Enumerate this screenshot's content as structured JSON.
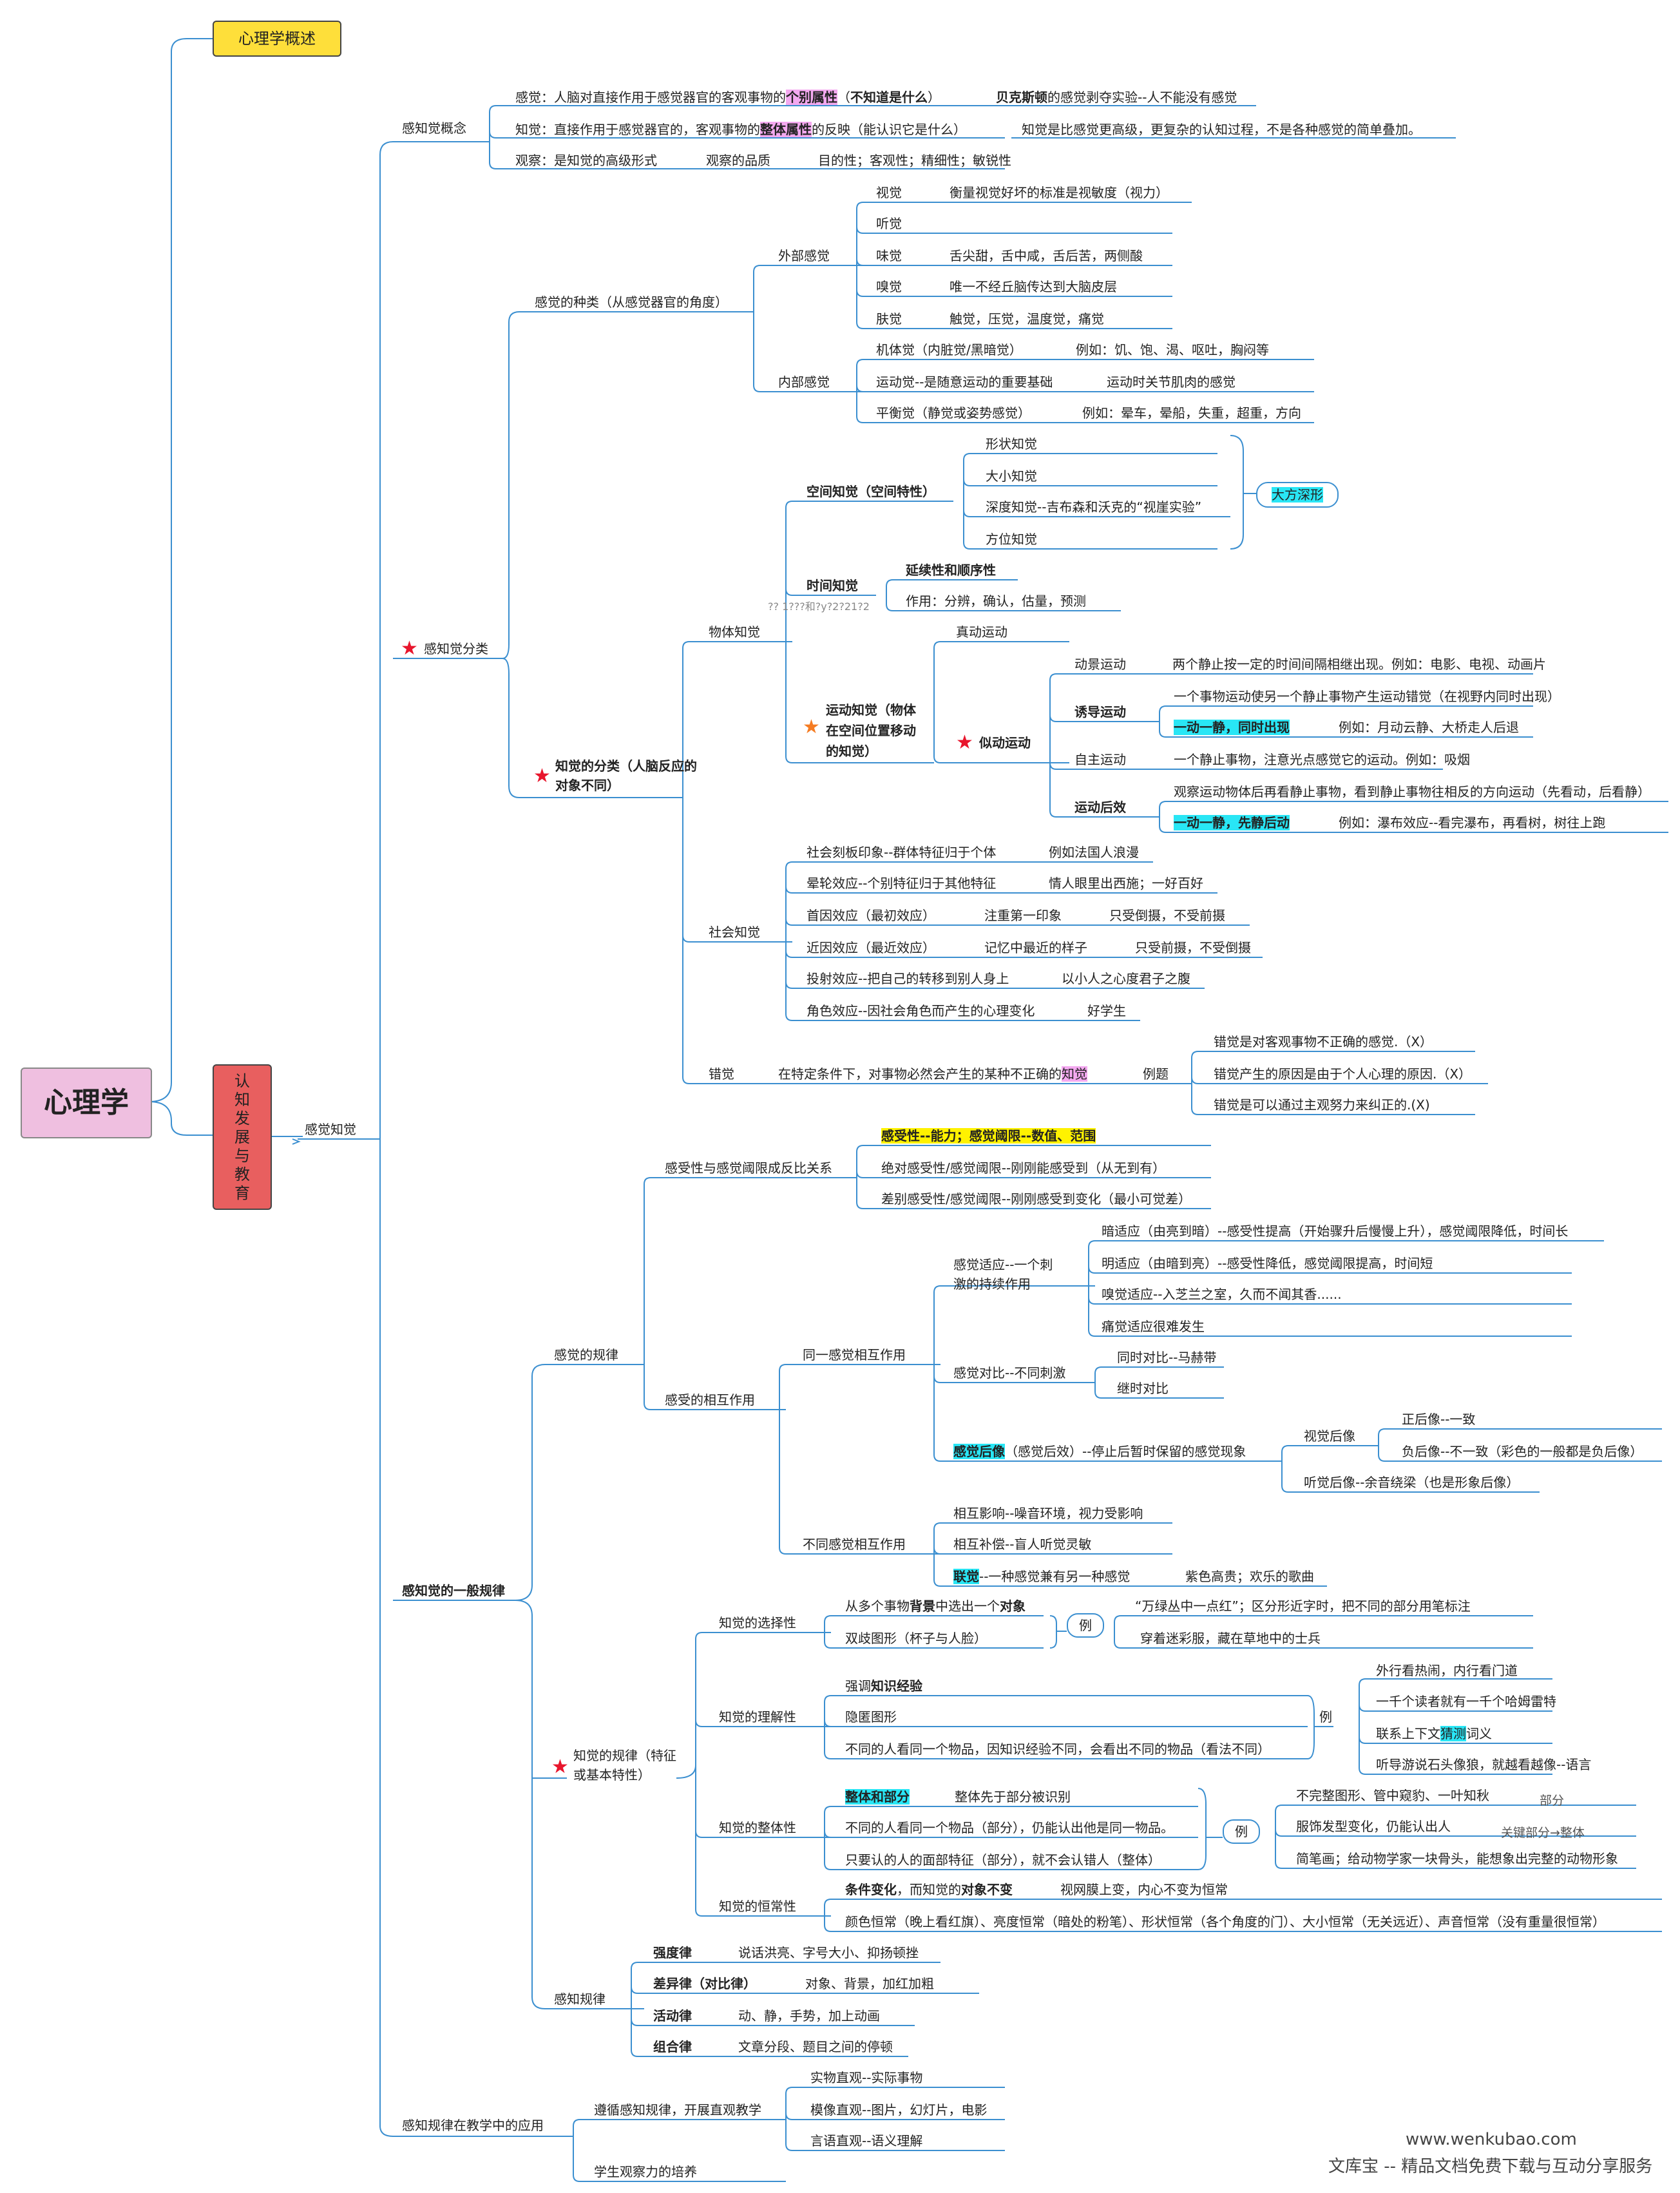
{
  "root": "心理学",
  "n1": {
    "gaishu": "心理学概述",
    "renzhi": "认知发展与教育",
    "ganzhijue": "感觉知觉"
  },
  "gnk": {
    "title": "感知觉概念",
    "ganjue": [
      "感觉：人脑对直接作用于感觉器官的客观事物的",
      "个别属性",
      "（",
      "不知道是什么",
      "）",
      "贝克斯顿",
      "的感觉剥夺实验--人不能没有感觉"
    ],
    "zhijue": [
      "知觉：直接作用于感觉器官的，客观事物的",
      "整体属性",
      "的反映（能认识它是什么）",
      "知觉是比感觉更高级，更复杂的认知过程，不是各种感觉的简单叠加。"
    ],
    "guancha": [
      "观察：是知觉的高级形式",
      "观察的品质",
      "目的性；客观性；精细性；敏锐性"
    ]
  },
  "fenlei": {
    "title": "感知觉分类",
    "ganjue_zl": "感觉的种类（从感觉器官的角度）",
    "waibu": "外部感觉",
    "shijue": "视觉",
    "shijue_d": "衡量视觉好坏的标准是视敏度（视力）",
    "tingjue": "听觉",
    "weijue": "味觉",
    "weijue_d": "舌尖甜，舌中咸，舌后苦，两侧酸",
    "xiujue": "嗅觉",
    "xiujue_d": "唯一不经丘脑传达到大脑皮层",
    "fujue": "肤觉",
    "fujue_d": "触觉，压觉，温度觉，痛觉",
    "neibu": "内部感觉",
    "jiti": "机体觉（内脏觉/黑暗觉）",
    "jiti_d": "例如：饥、饱、渴、呕吐，胸闷等",
    "yundong": "运动觉--是随意运动的重要基础",
    "yundong_d": "运动时关节肌肉的感觉",
    "pingheng": "平衡觉（静觉或姿势感觉）",
    "pingheng_d": "例如：晕车，晕船，失重，超重，方向",
    "zhijue_fl": "知觉的分类（人脑反应的对象不同）",
    "wuti": "物体知觉",
    "kongjian": "空间知觉（空间特性）",
    "xingzhuang": "形状知觉",
    "daxiao": "大小知觉",
    "shendu": "深度知觉--吉布森和沃克的“视崖实验”",
    "fangwei": "方位知觉",
    "dafang": "大方深形",
    "shijian": "时间知觉",
    "yanxu": "延续性和顺序性",
    "zuoyong": "作用：分辨，确认，估量，预测",
    "yundong_zj": "运动知觉（物体在空间位置移动的知觉）",
    "zhenshi": "真动运动",
    "sidong": "似动运动",
    "dongjing": "动景运动",
    "dongjing_d": "两个静止按一定的时间间隔相继出现。例如：电影、电视、动画片",
    "youdao": "诱导运动",
    "youdao_d1": "一个事物运动使另一个静止事物产生运动错觉（在视野内同时出现）",
    "youdao_d2": "一动一静，同时出现",
    "youdao_d3": "例如：月动云静、大桥走人后退",
    "zizhu": "自主运动",
    "zizhu_d": "一个静止事物，注意光点感觉它的运动。例如：吸烟",
    "houxiao": "运动后效",
    "houxiao_d1": "观察运动物体后再看静止事物，看到静止事物往相反的方向运动（先看动，后看静）",
    "houxiao_d2": "一动一静，先静后动",
    "houxiao_d3": "例如：瀑布效应--看完瀑布，再看树，树往上跑",
    "shehui": "社会知觉",
    "kebanyin": "社会刻板印象--群体特征归于个体",
    "kebanyin_d": "例如法国人浪漫",
    "yunlun": "晕轮效应--个别特征归于其他特征",
    "yunlun_d": "情人眼里出西施；一好百好",
    "shouyin": "首因效应（最初效应）",
    "shouyin_d1": "注重第一印象",
    "shouyin_d2": "只受倒摄，不受前摄",
    "jinyin": "近因效应（最近效应）",
    "jinyin_d1": "记忆中最近的样子",
    "jinyin_d2": "只受前摄，不受倒摄",
    "toushe": "投射效应--把自己的转移到别人身上",
    "toushe_d": "以小人之心度君子之腹",
    "juese": "角色效应--因社会角色而产生的心理变化",
    "juese_d": "好学生",
    "cuojue": "错觉",
    "cuojue_d1": "在特定条件下，对事物必然会产生的某种不正确的",
    "cuojue_d2": "知觉",
    "liti": "例题",
    "liti1": "错觉是对客观事物不正确的感觉.（X）",
    "liti2": "错觉产生的原因是由于个人心理的原因.（X）",
    "liti3": "错觉是可以通过主观努力来纠正的.(X)"
  },
  "guilv": {
    "title": "感知觉的一般规律",
    "ganjue_gl": "感觉的规律",
    "fanbi": "感受性与感觉阈限成反比关系",
    "fanbi1": "感受性--能力；感觉阈限--数值、范围",
    "fanbi2": "绝对感受性/感觉阈限--刚刚能感受到（从无到有）",
    "fanbi3": "差别感受性/感觉阈限--刚刚感受到变化（最小可觉差）",
    "xianghu": "感受的相互作用",
    "tongyi": "同一感觉相互作用",
    "shiying": "感觉适应--一个刺激的持续作用",
    "an": "暗适应（由亮到暗）--感受性提高（开始骤升后慢慢上升），感觉阈限降低，时间长",
    "ming": "明适应（由暗到亮）--感受性降低，感觉阈限提高，时间短",
    "xiu": "嗅觉适应--入芝兰之室，久而不闻其香......",
    "tong": "痛觉适应很难发生",
    "duibi": "感觉对比--不同刺激",
    "tongshi": "同时对比--马赫带",
    "jishi": "继时对比",
    "houxiang_a": "感觉后像",
    "houxiang_b": "（感觉后效）--停止后暂时保留的感觉现象",
    "shijue_hx": "视觉后像",
    "zheng": "正后像--一致",
    "fu": "负后像--不一致（彩色的一般都是负后像）",
    "tingjue_hx": "听觉后像--余音绕梁（也是形象后像）",
    "butong": "不同感觉相互作用",
    "yingxiang": "相互影响--噪音环境，视力受影响",
    "buchang": "相互补偿--盲人听觉灵敏",
    "lianjue_a": "联觉",
    "lianjue_b": "--一种感觉兼有另一种感觉",
    "lianjue_c": "紫色高贵；欢乐的歌曲",
    "zhijue_gl": "知觉的规律（特征或基本特性）",
    "xuanze": "知觉的选择性",
    "xz1": [
      "从多个事物",
      "背景",
      "中选出一个",
      "对象"
    ],
    "xz2": "双歧图形（杯子与人脸）",
    "li": "例",
    "xzl1": "“万绿丛中一点红”；区分形近字时，把不同的部分用笔标注",
    "xzl2": "穿着迷彩服，藏在草地中的士兵",
    "lijie": "知觉的理解性",
    "lj1": [
      "强调",
      "知识经验"
    ],
    "lj2": "隐匿图形",
    "lj3": "不同的人看同一个物品，因知识经验不同，会看出不同的物品（看法不同）",
    "ljl1": "外行看热闹，内行看门道",
    "ljl2": "一千个读者就有一千个哈姆雷特",
    "ljl3": [
      "联系上下文",
      "猜测",
      "词义"
    ],
    "ljl4": "听导游说石头像狼，就越看越像--语言",
    "zhengti": "知觉的整体性",
    "zt1": "整体和部分",
    "zt1b": "整体先于部分被识别",
    "zt2": "不同的人看同一个物品（部分），仍能认出他是同一物品。",
    "zt3": "只要认的人的面部特征（部分），就不会认错人（整体）",
    "ztl1": "不完整图形、管中窥豹、一叶知秋",
    "ztl2": "服饰发型变化，仍能认出人",
    "ztl3": "简笔画；给动物学家一块骨头，能想象出完整的动物形象",
    "ztw1": "部分",
    "ztw2": "关键部分→整体",
    "hengchang": "知觉的恒常性",
    "hc1": [
      "条件变化",
      "，而知觉的",
      "对象不变"
    ],
    "hc1b": "视网膜上变，内心不变为恒常",
    "hc2": "颜色恒常（晚上看红旗）、亮度恒常（暗处的粉笔）、形状恒常（各个角度的门）、大小恒常（无关远近）、声音恒常（没有重量很恒常）",
    "ganzhi_gl": "感知规律",
    "qiangdu": "强度律",
    "qiangdu_d": "说话洪亮、字号大小、抑扬顿挫",
    "chayi": "差异律（对比律）",
    "chayi_d": "对象、背景，加红加粗",
    "huodong": "活动律",
    "huodong_d": "动、静，手势，加上动画",
    "zuhe": "组合律",
    "zuhe_d": "文章分段、题目之间的停顿"
  },
  "jiaoxue": {
    "title": "感知规律在教学中的应用",
    "zunxun": "遵循感知规律，开展直观教学",
    "shiwu": "实物直观--实际事物",
    "moxiang": "模像直观--图片，幻灯片，电影",
    "yanyu": "言语直观--语义理解",
    "peiyang": "学生观察力的培养"
  },
  "wm_mid": "?? 1???和?y?2?21?2",
  "footer": {
    "url": "www.wenkubao.com",
    "slogan": "文库宝 -- 精品文档免费下载与互动分享服务"
  },
  "colors": {
    "line": "#3b8fd0",
    "root": "#efbfe0",
    "gaishu": "#fedf3a",
    "renzhi": "#e85f5f",
    "pink": "#f4a9f0",
    "cyan": "#29e6f5",
    "yellow": "#fff200"
  }
}
